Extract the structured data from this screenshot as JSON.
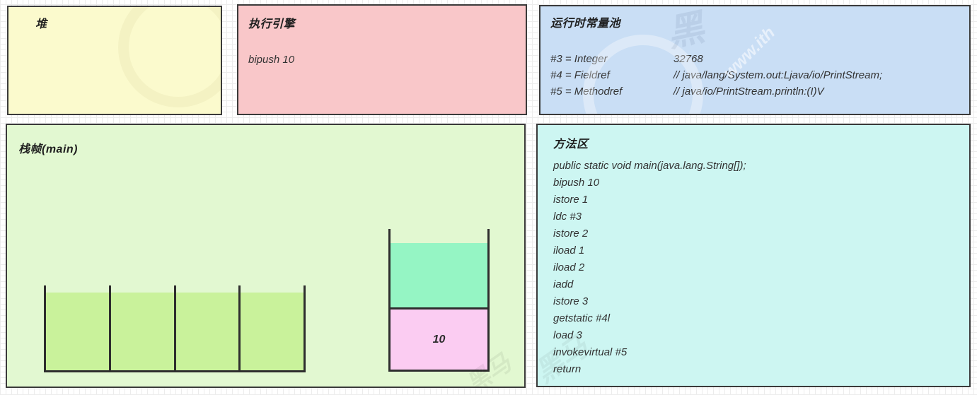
{
  "diagram": {
    "heap": {
      "title": "堆"
    },
    "execution_engine": {
      "title": "执行引擎",
      "instruction": "bipush 10"
    },
    "constant_pool": {
      "title": "运行时常量池",
      "entries": [
        {
          "name": "#3 = Integer",
          "value": "32768"
        },
        {
          "name": "#4 = Fieldref",
          "value": "// java/lang/System.out:Ljava/io/PrintStream;"
        },
        {
          "name": "#5 = Methodref",
          "value": "// java/io/PrintStream.println:(I)V"
        }
      ]
    },
    "stack_frame": {
      "title": "栈帧(main)",
      "local_variable_slots": 4,
      "operand_stack": {
        "top_segment_value": "",
        "bottom_segment_value": "10"
      }
    },
    "method_area": {
      "title": "方法区",
      "lines": [
        "public static void main(java.lang.String[]);",
        "bipush 10",
        "istore 1",
        "ldc #3",
        "istore 2",
        "iload 1",
        "iload 2",
        "iadd",
        "istore 3",
        "getstatic #4l",
        "load 3",
        "invokevirtual #5",
        "return"
      ]
    }
  },
  "watermark": {
    "site_text": "www.ith",
    "brand_glyph_1": "黑",
    "brand_glyph_2": "黑马"
  },
  "colors": {
    "heap_bg": "#fbfacd",
    "engine_bg": "#f9c7c9",
    "pool_bg": "#c9def5",
    "frame_bg": "#e2f8d1",
    "method_bg": "#cdf6f2",
    "slot_fill": "#c9f29b",
    "opstack_top": "#95f5c4",
    "opstack_bottom": "#fbccf2",
    "border": "#3a3a3a"
  }
}
